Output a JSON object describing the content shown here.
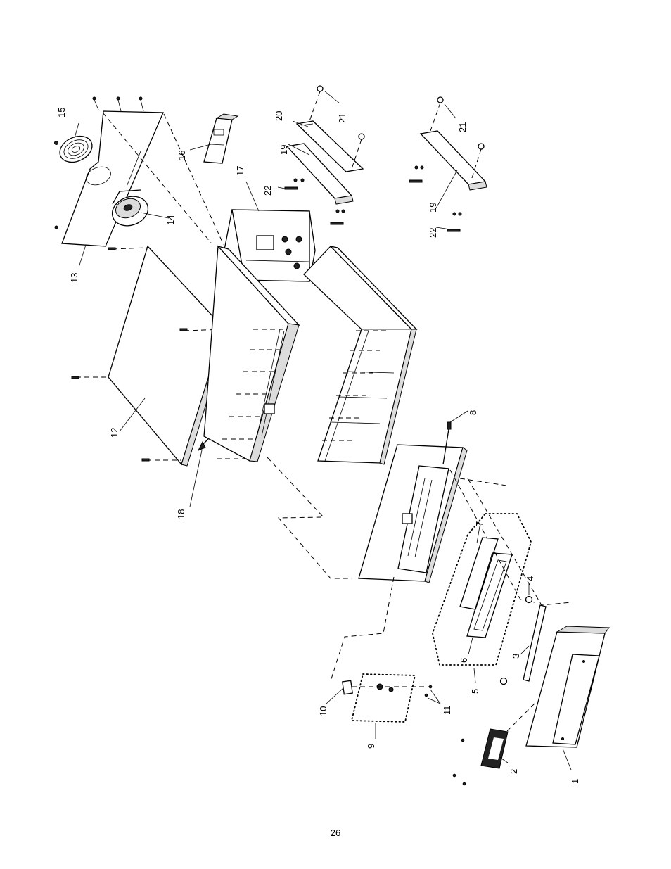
{
  "page": {
    "number": "26"
  },
  "callouts": [
    {
      "id": "c1",
      "text": "1"
    },
    {
      "id": "c2",
      "text": "2"
    },
    {
      "id": "c3",
      "text": "3"
    },
    {
      "id": "c4",
      "text": "4"
    },
    {
      "id": "c5",
      "text": "5"
    },
    {
      "id": "c6",
      "text": "6"
    },
    {
      "id": "c7",
      "text": "7"
    },
    {
      "id": "c8",
      "text": "8"
    },
    {
      "id": "c9",
      "text": "9"
    },
    {
      "id": "c10",
      "text": "10"
    },
    {
      "id": "c11",
      "text": "11"
    },
    {
      "id": "c12",
      "text": "12"
    },
    {
      "id": "c13",
      "text": "13"
    },
    {
      "id": "c14",
      "text": "14"
    },
    {
      "id": "c15",
      "text": "15"
    },
    {
      "id": "c16",
      "text": "16"
    },
    {
      "id": "c17",
      "text": "17"
    },
    {
      "id": "c18",
      "text": "18"
    },
    {
      "id": "c19a",
      "text": "19"
    },
    {
      "id": "c19b",
      "text": "19"
    },
    {
      "id": "c20",
      "text": "20"
    },
    {
      "id": "c21a",
      "text": "21"
    },
    {
      "id": "c21b",
      "text": "21"
    },
    {
      "id": "c22a",
      "text": "22"
    },
    {
      "id": "c22b",
      "text": "22"
    }
  ]
}
